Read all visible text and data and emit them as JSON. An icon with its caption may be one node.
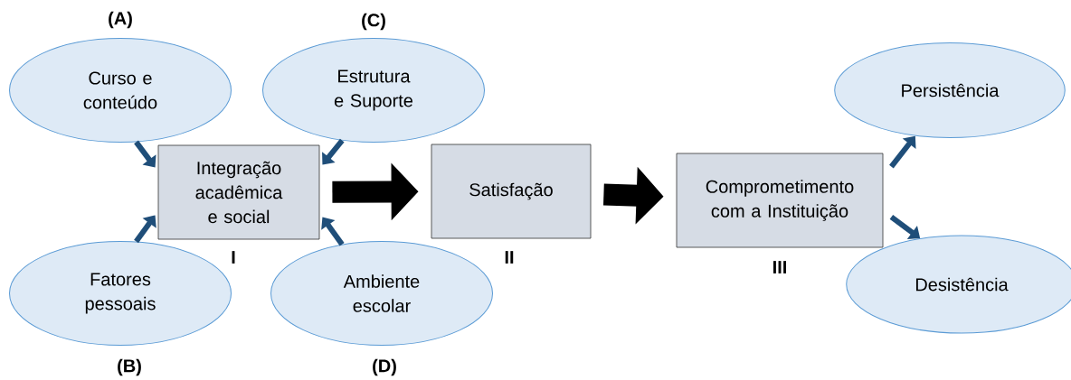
{
  "diagram": {
    "nodes": [
      {
        "text": [
          "Curso e conteúdo"
        ],
        "beside": [
          "(A)"
        ]
      },
      {
        "text": [
          "Estrutura e Suporte"
        ],
        "beside": [
          "(C)"
        ]
      },
      {
        "text": [
          "Persistência"
        ]
      },
      {
        "text": [
          "Integração acadêmica e social"
        ]
      },
      {
        "text": [
          "Satisfação"
        ]
      },
      {
        "text": [
          "Comprometimento com a Instituição"
        ]
      },
      {
        "text": [
          "Fatores pessoais"
        ],
        "beside": [
          "(B)"
        ]
      },
      {
        "text": [
          "Ambiente escolar"
        ],
        "beside": [
          "(D)"
        ]
      },
      {
        "text": [
          "Desistência"
        ]
      }
    ],
    "edges": [
      {
        "from": 0,
        "to": 3,
        "arrow": "to"
      },
      {
        "from": 1,
        "to": 3,
        "arrow": "to"
      },
      {
        "from": 6,
        "to": 3,
        "arrow": "to"
      },
      {
        "from": 7,
        "to": 3,
        "arrow": "to"
      },
      {
        "from": 3,
        "to": 4,
        "arrow": "to",
        "style": "thick",
        "color": "#000000"
      },
      {
        "from": 4,
        "to": 5,
        "arrow": "to",
        "style": "thick",
        "color": "#000000"
      },
      {
        "from": 5,
        "to": 2,
        "arrow": "to"
      },
      {
        "from": 5,
        "to": 8,
        "arrow": "to"
      }
    ],
    "labels": [
      "I",
      "II",
      "III"
    ]
  }
}
